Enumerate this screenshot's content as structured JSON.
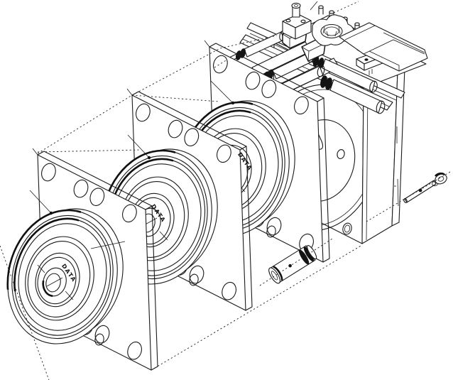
{
  "drawing": {
    "type": "exploded-assembly-technical-drawing",
    "background_color": "#ffffff",
    "line_color": "#1a1a1a",
    "hub_marks": [
      "DATA",
      "DATA",
      "DATA"
    ]
  }
}
